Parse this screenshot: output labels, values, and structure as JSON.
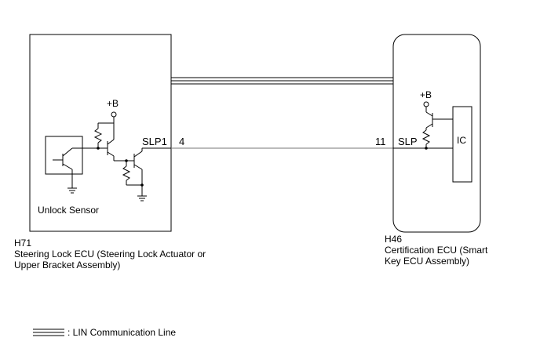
{
  "left_ecu": {
    "connector": "H71",
    "name_line1": "Steering Lock ECU (Steering Lock Actuator or",
    "name_line2": "Upper Bracket Assembly)",
    "sensor_label": "Unlock Sensor",
    "power_label": "+B",
    "terminal_name": "SLP1",
    "terminal_pin": "4"
  },
  "right_ecu": {
    "connector": "H46",
    "name_line1": "Certification ECU (Smart",
    "name_line2": "Key ECU Assembly)",
    "power_label": "+B",
    "terminal_pin": "11",
    "terminal_name": "SLP",
    "ic_label": "IC"
  },
  "legend": {
    "text": ": LIN Communication Line"
  }
}
